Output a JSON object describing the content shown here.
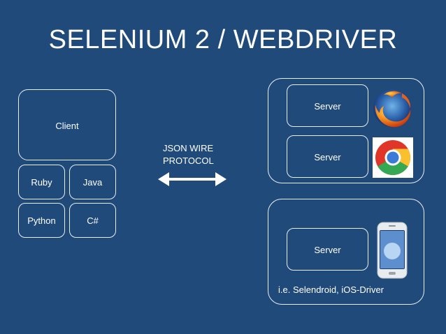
{
  "title": "SELENIUM 2 / WEBDRIVER",
  "client": {
    "label": "Client",
    "languages": [
      "Ruby",
      "Java",
      "Python",
      "C#"
    ]
  },
  "protocol": {
    "line1": "JSON WIRE",
    "line2": "PROTOCOL"
  },
  "servers": {
    "desktop": [
      "Server",
      "Server"
    ],
    "mobile": [
      "Server"
    ],
    "mobile_caption": "i.e. Selendroid, iOS-Driver"
  },
  "icons": [
    "firefox-icon",
    "chrome-icon",
    "smartphone-icon",
    "double-arrow-icon"
  ],
  "colors": {
    "background": "#1f4a7a",
    "border": "#e9eef5",
    "text": "#ffffff"
  }
}
